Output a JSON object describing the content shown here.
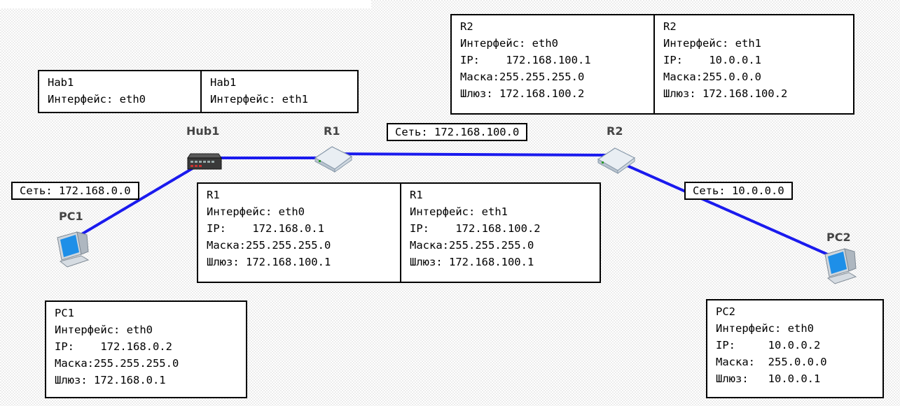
{
  "colors": {
    "link": "#1a1aee",
    "box_border": "#000000"
  },
  "nodes": {
    "hub1": {
      "label": "Hub1",
      "icon": "hub-icon"
    },
    "r1": {
      "label": "R1",
      "icon": "router-icon"
    },
    "r2": {
      "label": "R2",
      "icon": "router-icon"
    },
    "pc1": {
      "label": "PC1",
      "icon": "computer-icon"
    },
    "pc2": {
      "label": "PC2",
      "icon": "computer-icon"
    }
  },
  "networks": {
    "net_r1_r2": "Сеть: 172.168.100.0",
    "net_lan1": "Сеть: 172.168.0.0",
    "net_lan2": "Сеть: 10.0.0.0"
  },
  "boxes": {
    "hub1_eth0": {
      "name": "Hab1",
      "iface": "Интерфейс: eth0"
    },
    "hub1_eth1": {
      "name": "Hab1",
      "iface": "Интерфейс: eth1"
    },
    "r2_eth0": {
      "name": "R2",
      "iface": "Интерфейс: eth0",
      "ip": "IP:    172.168.100.1",
      "mask": "Маска:255.255.255.0",
      "gw": "Шлюз: 172.168.100.2"
    },
    "r2_eth1": {
      "name": "R2",
      "iface": "Интерфейс: eth1",
      "ip": "IP:    10.0.0.1",
      "mask": "Маска:255.0.0.0",
      "gw": "Шлюз: 172.168.100.2"
    },
    "r1_eth0": {
      "name": "R1",
      "iface": "Интерфейс: eth0",
      "ip": "IP:    172.168.0.1",
      "mask": "Маска:255.255.255.0",
      "gw": "Шлюз: 172.168.100.1"
    },
    "r1_eth1": {
      "name": "R1",
      "iface": "Интерфейс: eth1",
      "ip": "IP:    172.168.100.2",
      "mask": "Маска:255.255.255.0",
      "gw": "Шлюз: 172.168.100.1"
    },
    "pc1_eth0": {
      "name": "PC1",
      "iface": "Интерфейс: eth0",
      "ip": "IP:    172.168.0.2",
      "mask": "Маска:255.255.255.0",
      "gw": "Шлюз: 172.168.0.1"
    },
    "pc2_eth0": {
      "name": "PC2",
      "iface": "Интерфейс: eth0",
      "ip": "IP:     10.0.0.2",
      "mask": "Маска:  255.0.0.0",
      "gw": "Шлюз:   10.0.0.1"
    }
  }
}
